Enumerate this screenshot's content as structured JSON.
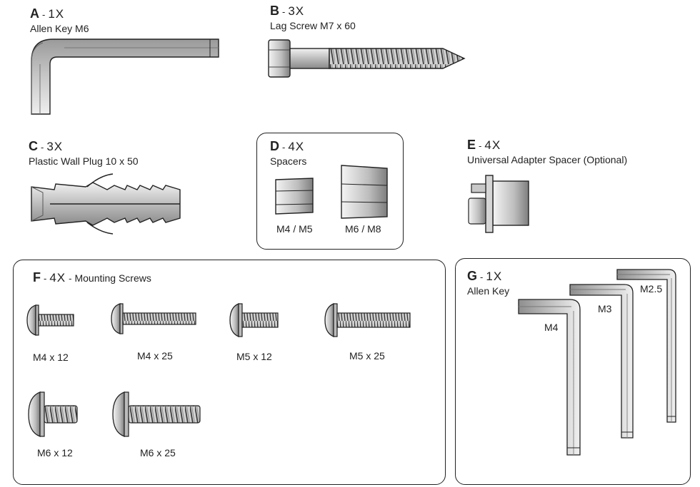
{
  "parts": {
    "a": {
      "letter": "A",
      "dash": "-",
      "qty": "1X",
      "desc": "Allen Key M6"
    },
    "b": {
      "letter": "B",
      "dash": "-",
      "qty": "3X",
      "desc": "Lag Screw M7 x 60"
    },
    "c": {
      "letter": "C",
      "dash": "-",
      "qty": "3X",
      "desc": "Plastic Wall Plug  10 x 50"
    },
    "d": {
      "letter": "D",
      "dash": "-",
      "qty": "4X",
      "desc": "Spacers",
      "labels": [
        "M4 / M5",
        "M6 / M8"
      ]
    },
    "e": {
      "letter": "E",
      "dash": "-",
      "qty": "4X",
      "desc": "Universal Adapter Spacer (Optional)"
    },
    "f": {
      "letter": "F",
      "dash": "-",
      "qty": "4X",
      "title": "Mounting Screws",
      "labels": [
        "M4 x 12",
        "M4 x 25",
        "M5 x 12",
        "M5 x 25",
        "M6 x 12",
        "M6 x 25"
      ]
    },
    "g": {
      "letter": "G",
      "dash": "-",
      "qty": "1X",
      "desc": "Allen Key",
      "labels": [
        "M4",
        "M3",
        "M2.5"
      ]
    }
  }
}
